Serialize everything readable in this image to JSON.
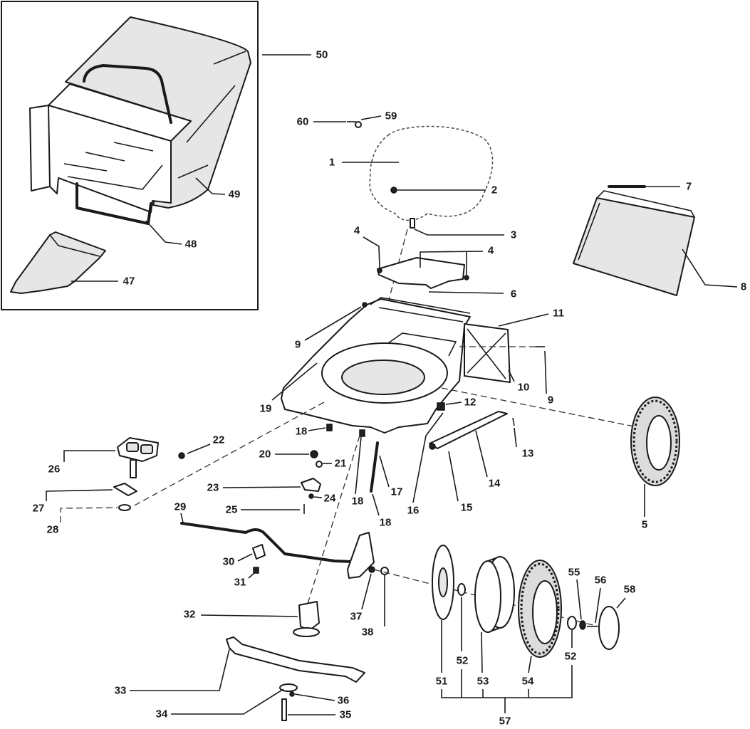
{
  "callouts": [
    "50",
    "60",
    "59",
    "1",
    "2",
    "7",
    "49",
    "3",
    "4",
    "4",
    "48",
    "8",
    "47",
    "6",
    "11",
    "9",
    "10",
    "9",
    "19",
    "12",
    "18",
    "22",
    "13",
    "20",
    "21",
    "26",
    "17",
    "14",
    "23",
    "24",
    "18",
    "16",
    "15",
    "27",
    "29",
    "25",
    "5",
    "18",
    "28",
    "30",
    "55",
    "56",
    "58",
    "31",
    "32",
    "37",
    "38",
    "52",
    "52",
    "51",
    "53",
    "54",
    "33",
    "36",
    "34",
    "35",
    "57"
  ],
  "colors": {
    "line": "#1a1a1a",
    "background": "#ffffff"
  }
}
